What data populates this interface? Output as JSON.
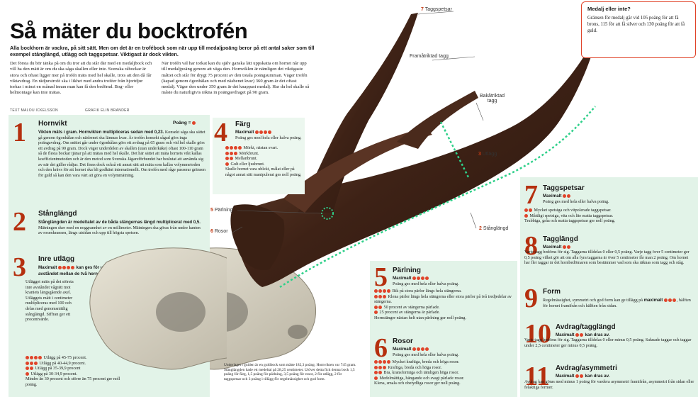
{
  "header": {
    "title": "Så mäter du bocktrofén",
    "lead": "Alla bockhorn är vackra, på sitt sätt. Men om det är en trofébock som när upp till medaljpoäng beror på ett antal saker som till exempel stånglängd, utlägg och taggspetsar. Viktigast är dock vikten.",
    "intro_left": "Det första du bör tänka på om du tror att du står där med en medaljbock och vill ha den mätt är om du ska såga skallen eller inte. Svenska råbockar är stora och oftast ligger mer på trofén mäts med hel skalle, trots att den då får viktavdrag. En rådjurstrofé ska i likhet med andra troféer från hjortdjur torkas i minst en månad innan man kan få den bedömd. Bog- eller helmontage kan inte mätas.",
    "intro_right": "När trofén väl har torkat kan du själv ganska lätt uppskatta om hornet når upp till medaljpoäng genom att väga den. Hornviklen är nämligen det viktigaste måttet och står för drygt 75 procent av den totala poängsumman. Väger trofén (kapad genom ögonhålan och med näsbenet kvar) 360 gram är det oftast medalj. Väger den under 350 gram är det knappast medalj. Har du hel skalle så måste du naturligtvis räkna in poängavdraget på 90 gram.",
    "credit_text": "TEXT MALOU ICKELSSON",
    "credit_graphic": "GRAFIK ELIN BRANDER"
  },
  "medal_box": {
    "title": "Medalj eller inte?",
    "text": "Gränsen för medalj går vid 105 poäng för att få brons, 115 för att få silver och 130 poäng för att få guld."
  },
  "labels": {
    "l7_num": "7",
    "l7": "Taggspetsar",
    "framatriktad": "Framåtriktad tagg",
    "bakatriktad": "Bakåtriktad tagg",
    "l3_num": "3",
    "l3": "Utlägg",
    "l5_num": "5",
    "l5": "Pärlning",
    "l6_num": "6",
    "l6": "Rosor",
    "l2_num": "2",
    "l2": "Stånglängd"
  },
  "sections": {
    "s1": {
      "num": "1",
      "title": "Hornvikt",
      "points_label": "Poäng =",
      "bold": "Vikten mäts i gram. Hornvikten multipliceras sedan med 0,23.",
      "text": "Konsekt såga ska sättet gå genom ögonhålan och näsbenet ska lämnas kvar. Är trofén konsekt sågad görs inga poängavdrag. Om snittet går under ögonhålan görs ett avdrag på 65 gram och vid hel skalle görs ett avdrag på 90 gram. Dock väger underdelen av skallen (utan underkäke) oftast 100-110 gram så de flesta bockar tjänar på att mätas med hel skalle. Det här sättet att mäta hornets vikt kallas koefficientmetoden och är den metod som Svenska Jägareförbundet har beslutat att använda sig av när det gäller rådjur. Det finns dock också ett annat sätt att mäta som kallas volymmetoden och den krävs för att hornet ska bli godkänt internationellt. Om trofén med råge passerar gränsen för guld så kan den vara värt att göra en volymmätning."
    },
    "s2": {
      "num": "2",
      "title": "Stånglängd",
      "bold": "Stånglängden är medeltalet av de båda stängernas längd multiplicerat med 0,5.",
      "text": "Mätningen sker med en noggrannhet av en millimeter. Mätningen ska göras från undre kanten av rosenkransen, längs utsidan och upp till högsta spetsen."
    },
    "s3": {
      "num": "3",
      "title": "Inre utlägg",
      "max": "Maximalt",
      "bold": "kan ges för utlägget, det vill säga avståndet mellan de två hornstängerna.",
      "text": "Utlägget mäts på det största inre avståndet vågrätt mot kraniets längsgående axel. Utläggets mått i centimeter multipliceras med 100 och delas med genomsnittlig stånglängd. Siffran ger ett procentvärde.",
      "items": [
        "Utlägg på 45-75 procent.",
        "Utlägg på 40-44,9 procent.",
        "Utlägg på 35-39,9 procent",
        "Utlägg på 30-34,9 procent."
      ],
      "footer": "Mindre än 30 procent och större än 75 procent ger noll poäng."
    },
    "s4": {
      "num": "4",
      "title": "Färg",
      "max": "Maximalt",
      "sub": "Poäng ges med hela eller halva poäng.",
      "items": [
        "Mörkt, nästan svart.",
        "Mörkbrunt.",
        "Mellanbrunt.",
        "Gult eller ljusbrunt."
      ],
      "footer": "Skulle hornet vara ublekt, målat eller på något annat sätt manipulerat ges noll poäng."
    },
    "s5": {
      "num": "5",
      "title": "Pärlning",
      "max": "Maximalt",
      "sub": "Poäng ges med hela eller halva poäng.",
      "items": [
        "Rik på stora pärlor längs hela stängerna.",
        "Klena pärlor längs hela stängerna eller stora pärlor på två tredjedelar av stängerna.",
        "50 procent av stängerna pärlade.",
        "25 procent av stängerna är pärlade."
      ],
      "footer": "Hornstänger nästan helt utan pärlning ger noll poäng."
    },
    "s6": {
      "num": "6",
      "title": "Rosor",
      "max": "Maximalt",
      "sub": "Poäng ges med hela eller halva poäng.",
      "items": [
        "Mycket kraftiga, breda och höga rosor.",
        "Kraftiga, breda och höga rosor.",
        "Bra, kransformiga och tämligen höga rosor.",
        "Medelmåttiga, hängande och svagt pärlade rosor."
      ],
      "footer": "Klena, smala och obetydliga rosor ger noll poäng."
    },
    "s7": {
      "num": "7",
      "title": "Taggspetsar",
      "max": "Maximalt",
      "sub": "Poäng ges med hela eller halva poäng.",
      "items": [
        "Mycket spetsiga och vitpolerade taggspetsar.",
        "Måttligt spetsiga, vita och lite matta taggspetsar."
      ],
      "footer": "Trubbiga, gråa och matta taggspetsar ger noll poäng."
    },
    "s8": {
      "num": "8",
      "title": "Tagglängd",
      "max": "Maximalt",
      "text": "Varje tagg bedöms för sig. Taggarna tilldelas 0 eller 0,5 poäng. Varje tagg över 5 centimeter ger 0,5 poäng vilket gör att om alla fyra taggarna är över 5 centimeter får man 2 poäng. Om hornet har fler taggar är det hornbedömaren som bestämmer vad som ska räknas som tagg och ståg."
    },
    "s9": {
      "num": "9",
      "title": "Form",
      "text": "Regelmässighet, symmetri och god form kan ge tillägg på",
      "max": "maximalt",
      "text2": ", hälften för hornet framifrån och hälften från sidan."
    },
    "s10": {
      "num": "10",
      "title": "Avdrag/tagglängd",
      "max": "Maximalt",
      "bold": "kan dras av.",
      "text": "Varje tagg bedöms för sig. Taggarna tilldelas 0 eller minus 0,5 poäng. Saknade taggar och taggar under 2,5 centimeter ger minus 0,5 poäng."
    },
    "s11": {
      "num": "11",
      "title": "Avdrag/asymmetri",
      "max": "Maximalt",
      "bold": "kan dras av.",
      "text": "Avdrag kan göras med minus 1 poäng för vardera asymmetri framifrån, asymmetri från sidan eller felaktiga former."
    }
  },
  "skull_note": "Underlaget i guiden är en guldbock som mätte 182,3 poäng. Hornvikten var 745 gram. Stånglängden hade ett medeltal på 28,25 centimeter. Utöver detta fick denna bock 1,5 poäng för färg, 1,5 poäng för pärlning, 3,5 poäng för rosor, 2 för utlägg, 2 för taggspetsar och 3 poäng i tillägg för regelmässighet och god form.",
  "colors": {
    "accent": "#c23a14",
    "dot": "#e0442a",
    "panel": "#e2f3e8",
    "measure": "#2fd08a",
    "antler": "#4a2a1c"
  }
}
